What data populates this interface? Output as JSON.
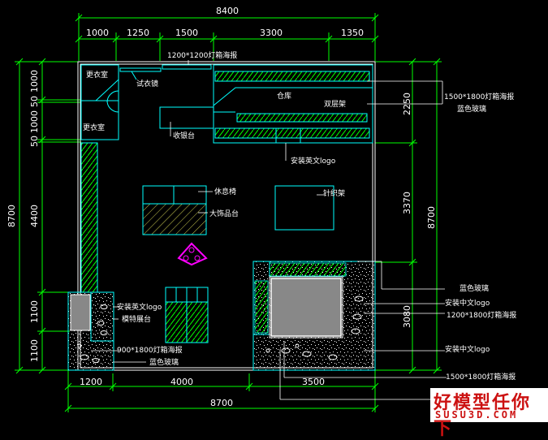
{
  "dimensions": {
    "top_total": "8400",
    "top_segments": [
      "1000",
      "1250",
      "1500",
      "3300",
      "1350"
    ],
    "bottom_total": "8700",
    "bottom_segments": [
      "1200",
      "4000",
      "3500"
    ],
    "left_total": "8700",
    "left_segments": [
      "1000",
      "50",
      "1000",
      "50",
      "4400",
      "1100",
      "1100"
    ],
    "right_total": "8700",
    "right_segments": [
      "2250",
      "3370",
      "3080"
    ]
  },
  "labels": {
    "lightbox_top": "1200*1200灯箱海报",
    "changing_room_1": "更衣室",
    "changing_room_2": "更衣室",
    "fitting_mirror": "试衣镜",
    "warehouse": "仓库",
    "double_rack": "双层架",
    "cashier": "收银台",
    "english_logo_top": "安装英文logo",
    "lounge_chair": "休息椅",
    "display_table": "大饰品台",
    "knit_rack": "针织架",
    "english_logo_left": "安装英文logo",
    "model_stage": "模特展台",
    "lightbox_bottom_left": "900*1800灯箱海报",
    "blue_glass_bottom_left": "蓝色玻璃",
    "lightbox_right_top": "1500*1800灯箱海报",
    "blue_glass_right_top": "蓝色玻璃",
    "blue_glass_right_mid": "蓝色玻璃",
    "chinese_logo_right_1": "安装中文logo",
    "lightbox_right_mid": "1200*1800灯箱海报",
    "chinese_logo_right_2": "安装中文logo",
    "lightbox_bottom": "1500*1800灯箱海报"
  },
  "watermark": {
    "chinese": "好模型任你下",
    "english": "SUSU3D.COM"
  },
  "colors": {
    "background": "#000000",
    "dimension_lines": "#00ff00",
    "furniture": "#00ffff",
    "walls": "#ffffff",
    "text": "#ffffff",
    "marker": "#ff00ff",
    "panel_fill": "#888888",
    "watermark_text": "#cc1111"
  }
}
